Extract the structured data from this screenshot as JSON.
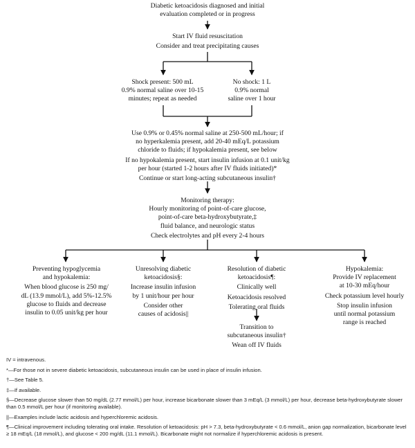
{
  "start": [
    "Diabetic ketoacidosis diagnosed and initial",
    "evaluation completed or in progress"
  ],
  "fluid": [
    "Start IV fluid resuscitation",
    "Consider and treat precipitating causes"
  ],
  "shock": [
    "Shock present: 500 mL",
    "0.9% normal saline over 10-15",
    "minutes; repeat as needed"
  ],
  "no_shock": [
    "No shock: 1 L",
    "0.9% normal",
    "saline over 1 hour"
  ],
  "saline_step": [
    "Use 0.9% or 0.45% normal saline at 250-500 mL/hour; if",
    "no hyperkalemia present, add 20-40 mEq/L potassium",
    "chloride to fluids; if hypokalemia present, see below"
  ],
  "insulin_step": [
    "If no hypokalemia present, start insulin infusion at 0.1 unit/kg",
    "per hour (started 1-2 hours after IV fluids initiated)*"
  ],
  "long_acting": "Continue or start long-acting subcutaneous insulin†",
  "monitoring": [
    "Monitoring therapy:",
    "Hourly monitoring of point-of-care glucose,",
    "point-of-care beta-hydroxybutyrate,‡",
    "fluid balance, and neurologic status"
  ],
  "electrolytes": "Check electrolytes and pH every 2-4 hours",
  "branches": {
    "hypoglycemia": {
      "title": [
        "Preventing hypoglycemia",
        "and hypokalemia:"
      ],
      "body": [
        "When blood glucose is 250 mg/",
        "dL (13.9 mmol/L), add 5%-12.5%",
        "glucose to fluids and decrease",
        "insulin to 0.05 unit/kg per hour"
      ]
    },
    "unresolving": {
      "title": [
        "Unresolving diabetic",
        "ketoacidosis§:"
      ],
      "body1": [
        "Increase insulin infusion",
        "by 1 unit/hour per hour"
      ],
      "body2": [
        "Consider other",
        "causes of acidosis||"
      ]
    },
    "resolution": {
      "title": [
        "Resolution of diabetic",
        "ketoacidosis¶:"
      ],
      "items": [
        "Clinically well",
        "Ketoacidosis resolved",
        "Tolerating oral fluids"
      ]
    },
    "hypokalemia": {
      "title": "Hypokalemia:",
      "body1": [
        "Provide IV replacement",
        "at 10-30 mEq/hour"
      ],
      "body2": "Check potassium level hourly",
      "body3": [
        "Stop insulin infusion",
        "until normal potassium",
        "range is reached"
      ]
    }
  },
  "transition": {
    "lines": [
      "Transition to",
      "subcutaneous insulin†"
    ],
    "wean": "Wean off IV fluids"
  },
  "footnotes": {
    "iv": "IV = intravenous.",
    "star": "*—For those not in severe diabetic ketoacidosis, subcutaneous insulin can be used in place of insulin infusion.",
    "dagger": "†—See Table 5.",
    "ddagger": "‡—If available.",
    "section": "§—Decrease glucose slower than 50 mg/dL (2.77 mmol/L) per hour, increase bicarbonate slower than 3 mEq/L (3 mmol/L) per hour, decrease beta-hydroxybutyrate slower than 0.5 mmol/L per hour (if monitoring available).",
    "pipes": "||—Examples include lactic acidosis and hyperchloremic acidosis.",
    "pilcrow": "¶—Clinical improvement including tolerating oral intake. Resolution of ketoacidosis: pH > 7.3, beta-hydroxybutyrate < 0.6 mmol/L, anion gap normalization, bicarbonate level ≥ 18 mEq/L (18 mmol/L), and glucose < 200 mg/dL (11.1 mmol/L). Bicarbonate might not normalize if hyperchloremic acidosis is present."
  }
}
